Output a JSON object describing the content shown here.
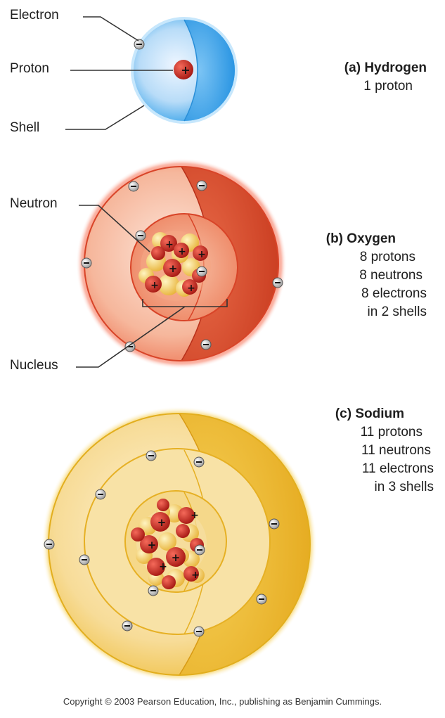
{
  "labels": {
    "electron": "Electron",
    "proton": "Proton",
    "shell": "Shell",
    "neutron": "Neutron",
    "nucleus": "Nucleus"
  },
  "atoms": {
    "hydrogen": {
      "letter": "(a)",
      "name": "Hydrogen",
      "lines": [
        "1 proton"
      ]
    },
    "oxygen": {
      "letter": "(b)",
      "name": "Oxygen",
      "lines": [
        "8 protons",
        "8 neutrons",
        "8 electrons",
        "in 2 shells"
      ]
    },
    "sodium": {
      "letter": "(c)",
      "name": "Sodium",
      "lines": [
        "11 protons",
        "11 neutrons",
        "11 electrons",
        "in 3 shells"
      ]
    }
  },
  "symbols": {
    "plus": "+",
    "minus": "−"
  },
  "copyright": "Copyright © 2003 Pearson Education, Inc., publishing as Benjamin Cummings.",
  "colors": {
    "hydrogen_shell": "#3aa7ea",
    "oxygen_shell": "#e8402a",
    "sodium_shell": "#f2c52a",
    "proton": "#c8251e",
    "neutron": "#f6d26a",
    "electron": "#e6e6e6"
  }
}
